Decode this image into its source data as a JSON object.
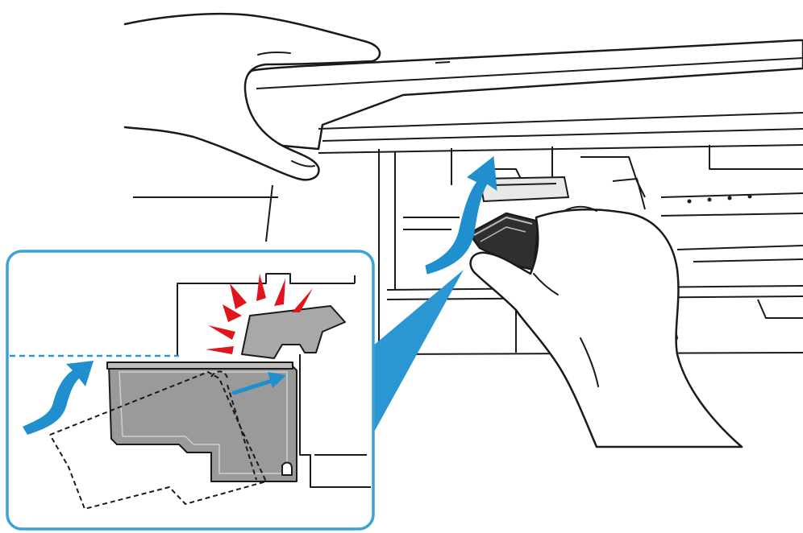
{
  "figure": {
    "subject": "printer-ink-cartridge-installation",
    "colors": {
      "line": "#1a1a1a",
      "printer_fill": "#ffffff",
      "cartridge_gray": "#9a9a9a",
      "cartridge_dark": "#2f2f2f",
      "accent_blue": "#1f8fcd",
      "burst_red": "#e0141b",
      "callout_border": "#3aa2d6"
    },
    "icons": [
      "printer-body",
      "scanner-lid",
      "left-hand",
      "right-hand",
      "ink-cartridge",
      "rotate-up-arrow",
      "inset-callout",
      "click-burst",
      "push-arrow"
    ]
  }
}
